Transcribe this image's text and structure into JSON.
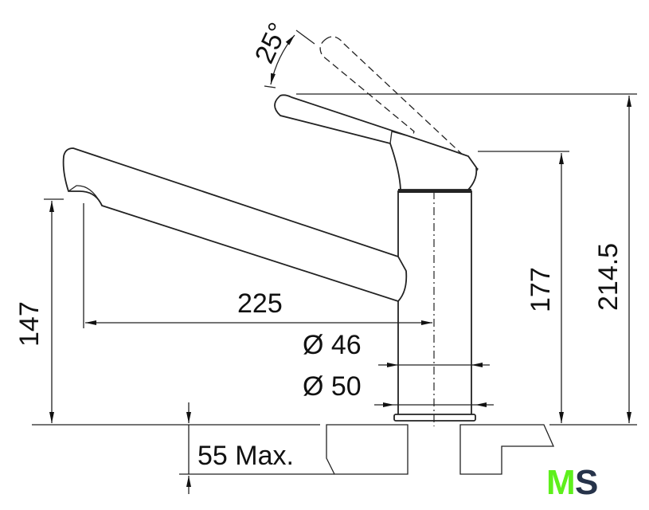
{
  "dimensions": {
    "lever_angle": "25°",
    "spout_height": "147",
    "spout_reach": "225",
    "body_diameter_top": "Ø 46",
    "body_diameter_base": "Ø 50",
    "body_height": "177",
    "total_height": "214.5",
    "max_counter_thickness": "55 Max."
  },
  "logo": {
    "text": "MS",
    "letter1": "M",
    "letter2": "S",
    "color1": "#5ef01c",
    "color2": "#26334a"
  }
}
